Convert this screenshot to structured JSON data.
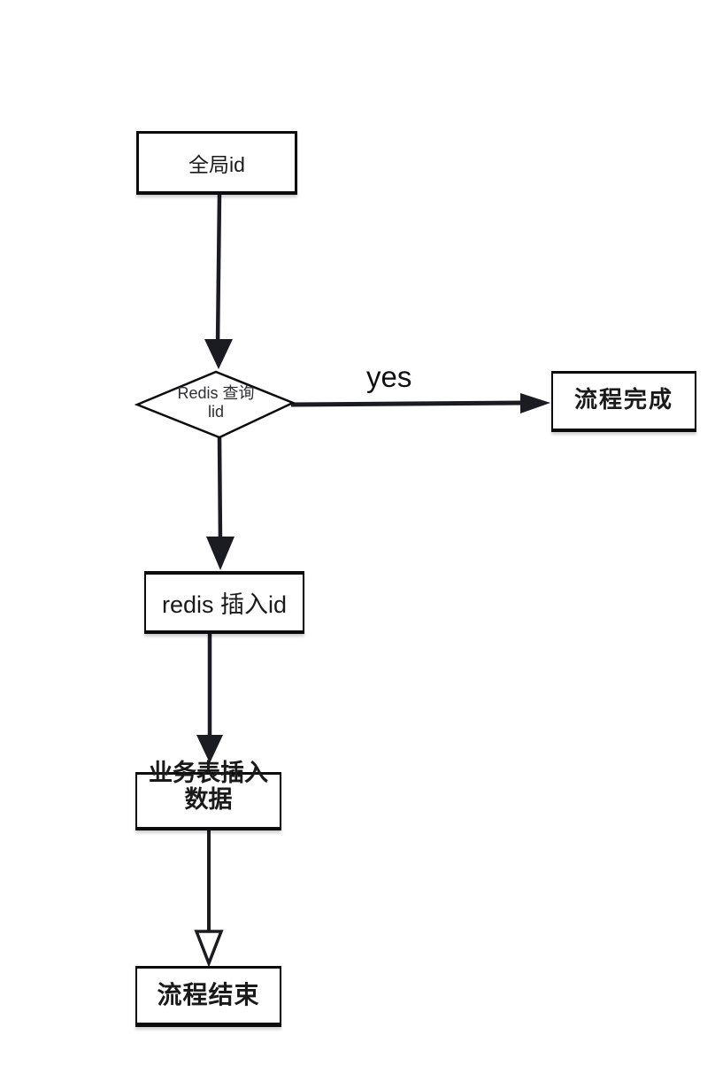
{
  "colors": {
    "background": "#ffffff",
    "stroke": "#1b1b22",
    "node_border": "#0c0c0e",
    "node_fill": "#ffffff",
    "text": "#1a1a1a"
  },
  "nodes": {
    "global_id": {
      "label": "全局id"
    },
    "redis_query": {
      "label_line1": "Redis 查询",
      "label_line2": "lid"
    },
    "process_complete": {
      "label": "流程完成"
    },
    "redis_insert": {
      "label": "redis 插入id"
    },
    "business_table": {
      "label_line1": "业务表插入",
      "label_line2": "数据"
    },
    "process_end": {
      "label": "流程结束"
    }
  },
  "edges": {
    "yes_label": "yes"
  }
}
